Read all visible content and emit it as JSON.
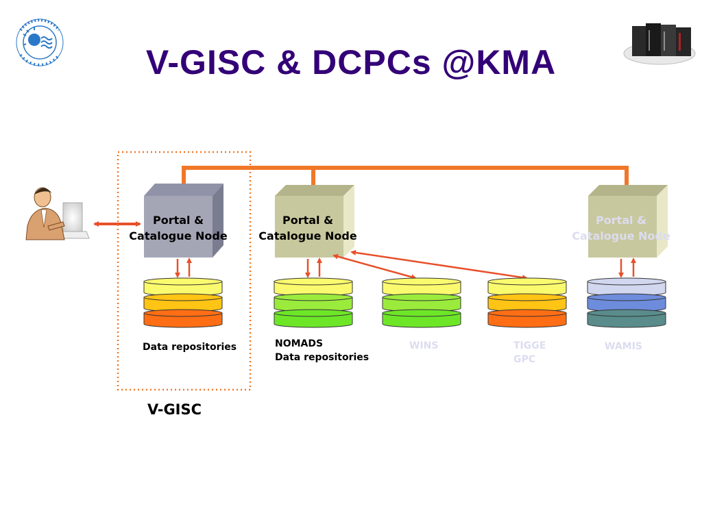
{
  "title": "V-GISC & DCPCs @KMA",
  "colors": {
    "title": "#330077",
    "bus": "#f07828",
    "link": "#e8502a",
    "dotted_frame": "#f07828",
    "node_vgisc": "#a4a6b6",
    "node_dcpc": "#c8c89e",
    "faded_text": "#dcdcf0"
  },
  "nodes": [
    {
      "label_line1": "Portal &",
      "label_line2": "Catalogue Node"
    },
    {
      "label_line1": "Portal &",
      "label_line2": "Catalogue Node"
    },
    {
      "label_line1": "Portal &",
      "label_line2": "Catalogue Node"
    }
  ],
  "repositories": [
    {
      "line1": "Data repositories",
      "line2": "",
      "colors": [
        "#fafa6e",
        "#ffc414",
        "#ff6e14"
      ]
    },
    {
      "line1": "NOMADS",
      "line2": "Data repositories",
      "colors": [
        "#fafa6e",
        "#9beb3c",
        "#6ee628"
      ]
    },
    {
      "line1": "WINS",
      "line2": "",
      "colors": [
        "#fafa6e",
        "#9beb3c",
        "#6ee628"
      ]
    },
    {
      "line1": "TIGGE",
      "line2": "GPC",
      "colors": [
        "#fafa6e",
        "#ffc414",
        "#ff6e14"
      ]
    },
    {
      "line1": "WAMIS",
      "line2": "",
      "colors": [
        "#d2d7f0",
        "#6e8cdc",
        "#5a8c8c"
      ]
    }
  ],
  "vgisc_label": "V-GISC",
  "icons": [
    "kma-logo-icon",
    "server-rack-icon",
    "user-at-computer-icon"
  ]
}
